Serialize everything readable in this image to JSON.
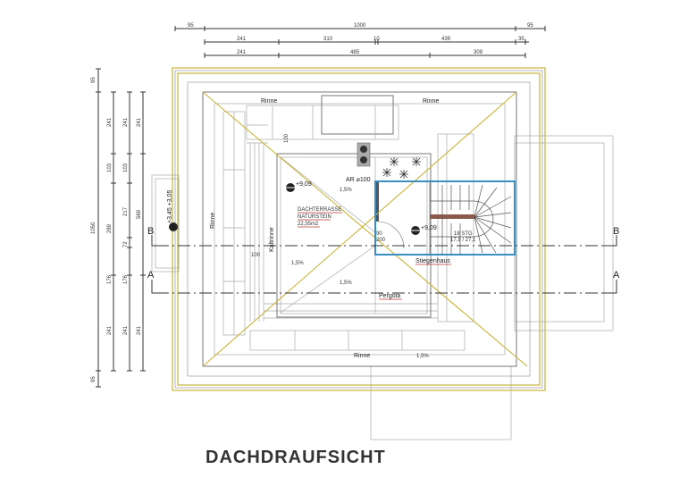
{
  "title": "DACHDRAUFSICHT",
  "dimensions": {
    "top_row1": [
      "95",
      "1000",
      "95"
    ],
    "top_row2": [
      "241",
      "310",
      "10",
      "439",
      "35"
    ],
    "top_row3": [
      "241",
      "485",
      "309"
    ],
    "left_col1": [
      "95",
      "1050",
      "95"
    ],
    "left_col2": [
      "241",
      "103",
      "289",
      "176",
      "241"
    ],
    "left_col3": [
      "241",
      "103",
      "217",
      "72",
      "176",
      "241"
    ],
    "left_col4": [
      "241",
      "569",
      "241"
    ]
  },
  "labels": {
    "rinne_top_left": "Rinne",
    "rinne_top_right": "Rinne",
    "rinne_left": "Rinne",
    "rinne_bottom": "Rinne",
    "kaltrinne": "Kaltrinne",
    "dim_100_a": "100",
    "dim_100_b": "100",
    "slope_1": "1,5%",
    "slope_2": "1,5%",
    "slope_3": "1,5%",
    "slope_4": "1,5%",
    "drain": "AR ⌀100",
    "level_terrace": "+9,09",
    "level_stair": "+9,09",
    "level_left": "+3,45 +3,05",
    "terrace_name": "DACHTERRASSE",
    "terrace_material": "NATURSTEIN",
    "terrace_area": "22,55m2",
    "door_w": "90",
    "door_h": "200",
    "stairs_count": "18 STG",
    "stairs_dims": "17,9 / 27,1",
    "stairhouse": "Stiegenhaus",
    "pergola": "Pergola",
    "section_b": "B",
    "section_a": "A"
  },
  "colors": {
    "hip_lines": "#c9b53a",
    "stair_box": "#3a8fc2",
    "underline": "#c0392b"
  }
}
